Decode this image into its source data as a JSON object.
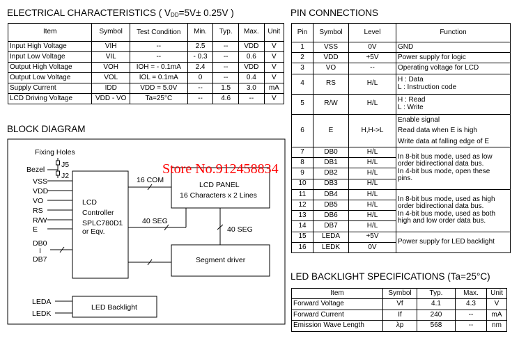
{
  "electrical": {
    "title_pre": "ELECTRICAL CHARACTERISTICS ( V",
    "title_sub": "DD",
    "title_post": "=5V± 0.25V )",
    "headers": [
      "Item",
      "Symbol",
      "Test Condition",
      "Min.",
      "Typ.",
      "Max.",
      "Unit"
    ],
    "rows": [
      [
        "Input  High Voltage",
        "VIH",
        "--",
        "2.5",
        "--",
        "VDD",
        "V"
      ],
      [
        "Input  Low Voltage",
        "VIL",
        "--",
        "- 0.3",
        "--",
        "0.6",
        "V"
      ],
      [
        "Output High Voltage",
        "VOH",
        "IOH = - 0.1mA",
        "2.4",
        "--",
        "VDD",
        "V"
      ],
      [
        "Output Low Voltage",
        "VOL",
        "IOL =  0.1mA",
        "0",
        "--",
        "0.4",
        "V"
      ],
      [
        "Supply Current",
        "IDD",
        "VDD = 5.0V",
        "--",
        "1.5",
        "3.0",
        "mA"
      ],
      [
        "LCD Driving Voltage",
        "VDD - VO",
        "Ta=25°C",
        "--",
        "4.6",
        "--",
        "V"
      ]
    ]
  },
  "pins": {
    "title": "PIN CONNECTIONS",
    "headers": [
      "Pin",
      "Symbol",
      "Level",
      "Function"
    ],
    "rows": [
      [
        "1",
        "VSS",
        "0V",
        "GND"
      ],
      [
        "2",
        "VDD",
        "+5V",
        "Power supply for logic"
      ],
      [
        "3",
        "VO",
        "--",
        "Operating voltage for LCD"
      ],
      [
        "4",
        "RS",
        "H/L",
        "H : Data",
        "L : Instruction code"
      ],
      [
        "5",
        "R/W",
        "H/L",
        "H : Read",
        "L : Write"
      ],
      [
        "6",
        "E",
        "H,H->L",
        "Enable signal",
        "Read data when E is high",
        "Write data at falling edge of E"
      ],
      [
        "7",
        "DB0",
        "H/L"
      ],
      [
        "8",
        "DB1",
        "H/L"
      ],
      [
        "9",
        "DB2",
        "H/L"
      ],
      [
        "10",
        "DB3",
        "H/L"
      ],
      [
        "11",
        "DB4",
        "H/L"
      ],
      [
        "12",
        "DB5",
        "H/L"
      ],
      [
        "13",
        "DB6",
        "H/L"
      ],
      [
        "14",
        "DB7",
        "H/L"
      ],
      [
        "15",
        "LEDA",
        "+5V"
      ],
      [
        "16",
        "LEDK",
        "0V"
      ]
    ],
    "fn_db0_3": [
      "In 8-bit bus mode, used as low",
      "order bidirectional data bus.",
      "In 4-bit bus mode, open these",
      "pins."
    ],
    "fn_db4_7": [
      "In 8-bit bus mode, used as high",
      "order bidirectional data bus.",
      "In 4-bit bus mode, used as both",
      "high and low order data bus."
    ],
    "fn_led": "Power supply for LED backlight"
  },
  "block": {
    "title": "BLOCK DIAGRAM",
    "fixing_holes": "Fixing Holes",
    "bezel": "Bezel",
    "j5": "J5",
    "j2": "J2",
    "signals": [
      "VSS",
      "VDD",
      "VO",
      "RS",
      "R/W",
      "E"
    ],
    "db0": "DB0",
    "db_sep": "I",
    "db7": "DB7",
    "controller": [
      "LCD",
      "Controller",
      "SPLC780D1",
      "or Eqv."
    ],
    "com": "16 COM",
    "seg1": "40 SEG",
    "seg2": "40 SEG",
    "panel": [
      "LCD  PANEL",
      "16 Characters x 2 Lines"
    ],
    "segment_driver": "Segment driver",
    "leda": "LEDA",
    "ledk": "LEDK",
    "backlight": "LED Backlight"
  },
  "backlight_spec": {
    "title": "LED BACKLIGHT SPECIFICATIONS (Ta=25°C)",
    "headers": [
      "Item",
      "Symbol",
      "Typ.",
      "Max.",
      "Unit"
    ],
    "rows": [
      [
        "Forward Voltage",
        "Vf",
        "4.1",
        "4.3",
        "V"
      ],
      [
        "Forward Current",
        "If",
        "240",
        "--",
        "mA"
      ],
      [
        "Emission Wave Length",
        "λp",
        "568",
        "--",
        "nm"
      ]
    ]
  },
  "watermark": "Store No.912458834"
}
